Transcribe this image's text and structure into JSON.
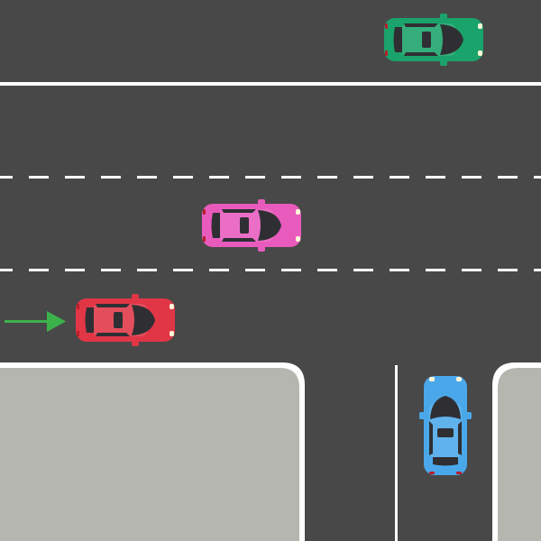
{
  "scene": {
    "description_type": "traffic-intersection-top-down",
    "colors": {
      "asphalt": "#484848",
      "sidewalk": "#b5b6b0",
      "lane_marking": "#ffffff",
      "arrow": "#3cb34a"
    }
  },
  "vehicles": [
    {
      "id": "green-car",
      "color": "#1aa36a",
      "heading": "right"
    },
    {
      "id": "pink-car",
      "color": "#e85bbd",
      "heading": "right"
    },
    {
      "id": "red-car",
      "color": "#e03646",
      "heading": "right"
    },
    {
      "id": "blue-car",
      "color": "#4aa8ea",
      "heading": "up"
    }
  ],
  "indicator": {
    "type": "direction-arrow",
    "target": "red-car",
    "direction": "right",
    "icon": "arrow-right-icon"
  }
}
